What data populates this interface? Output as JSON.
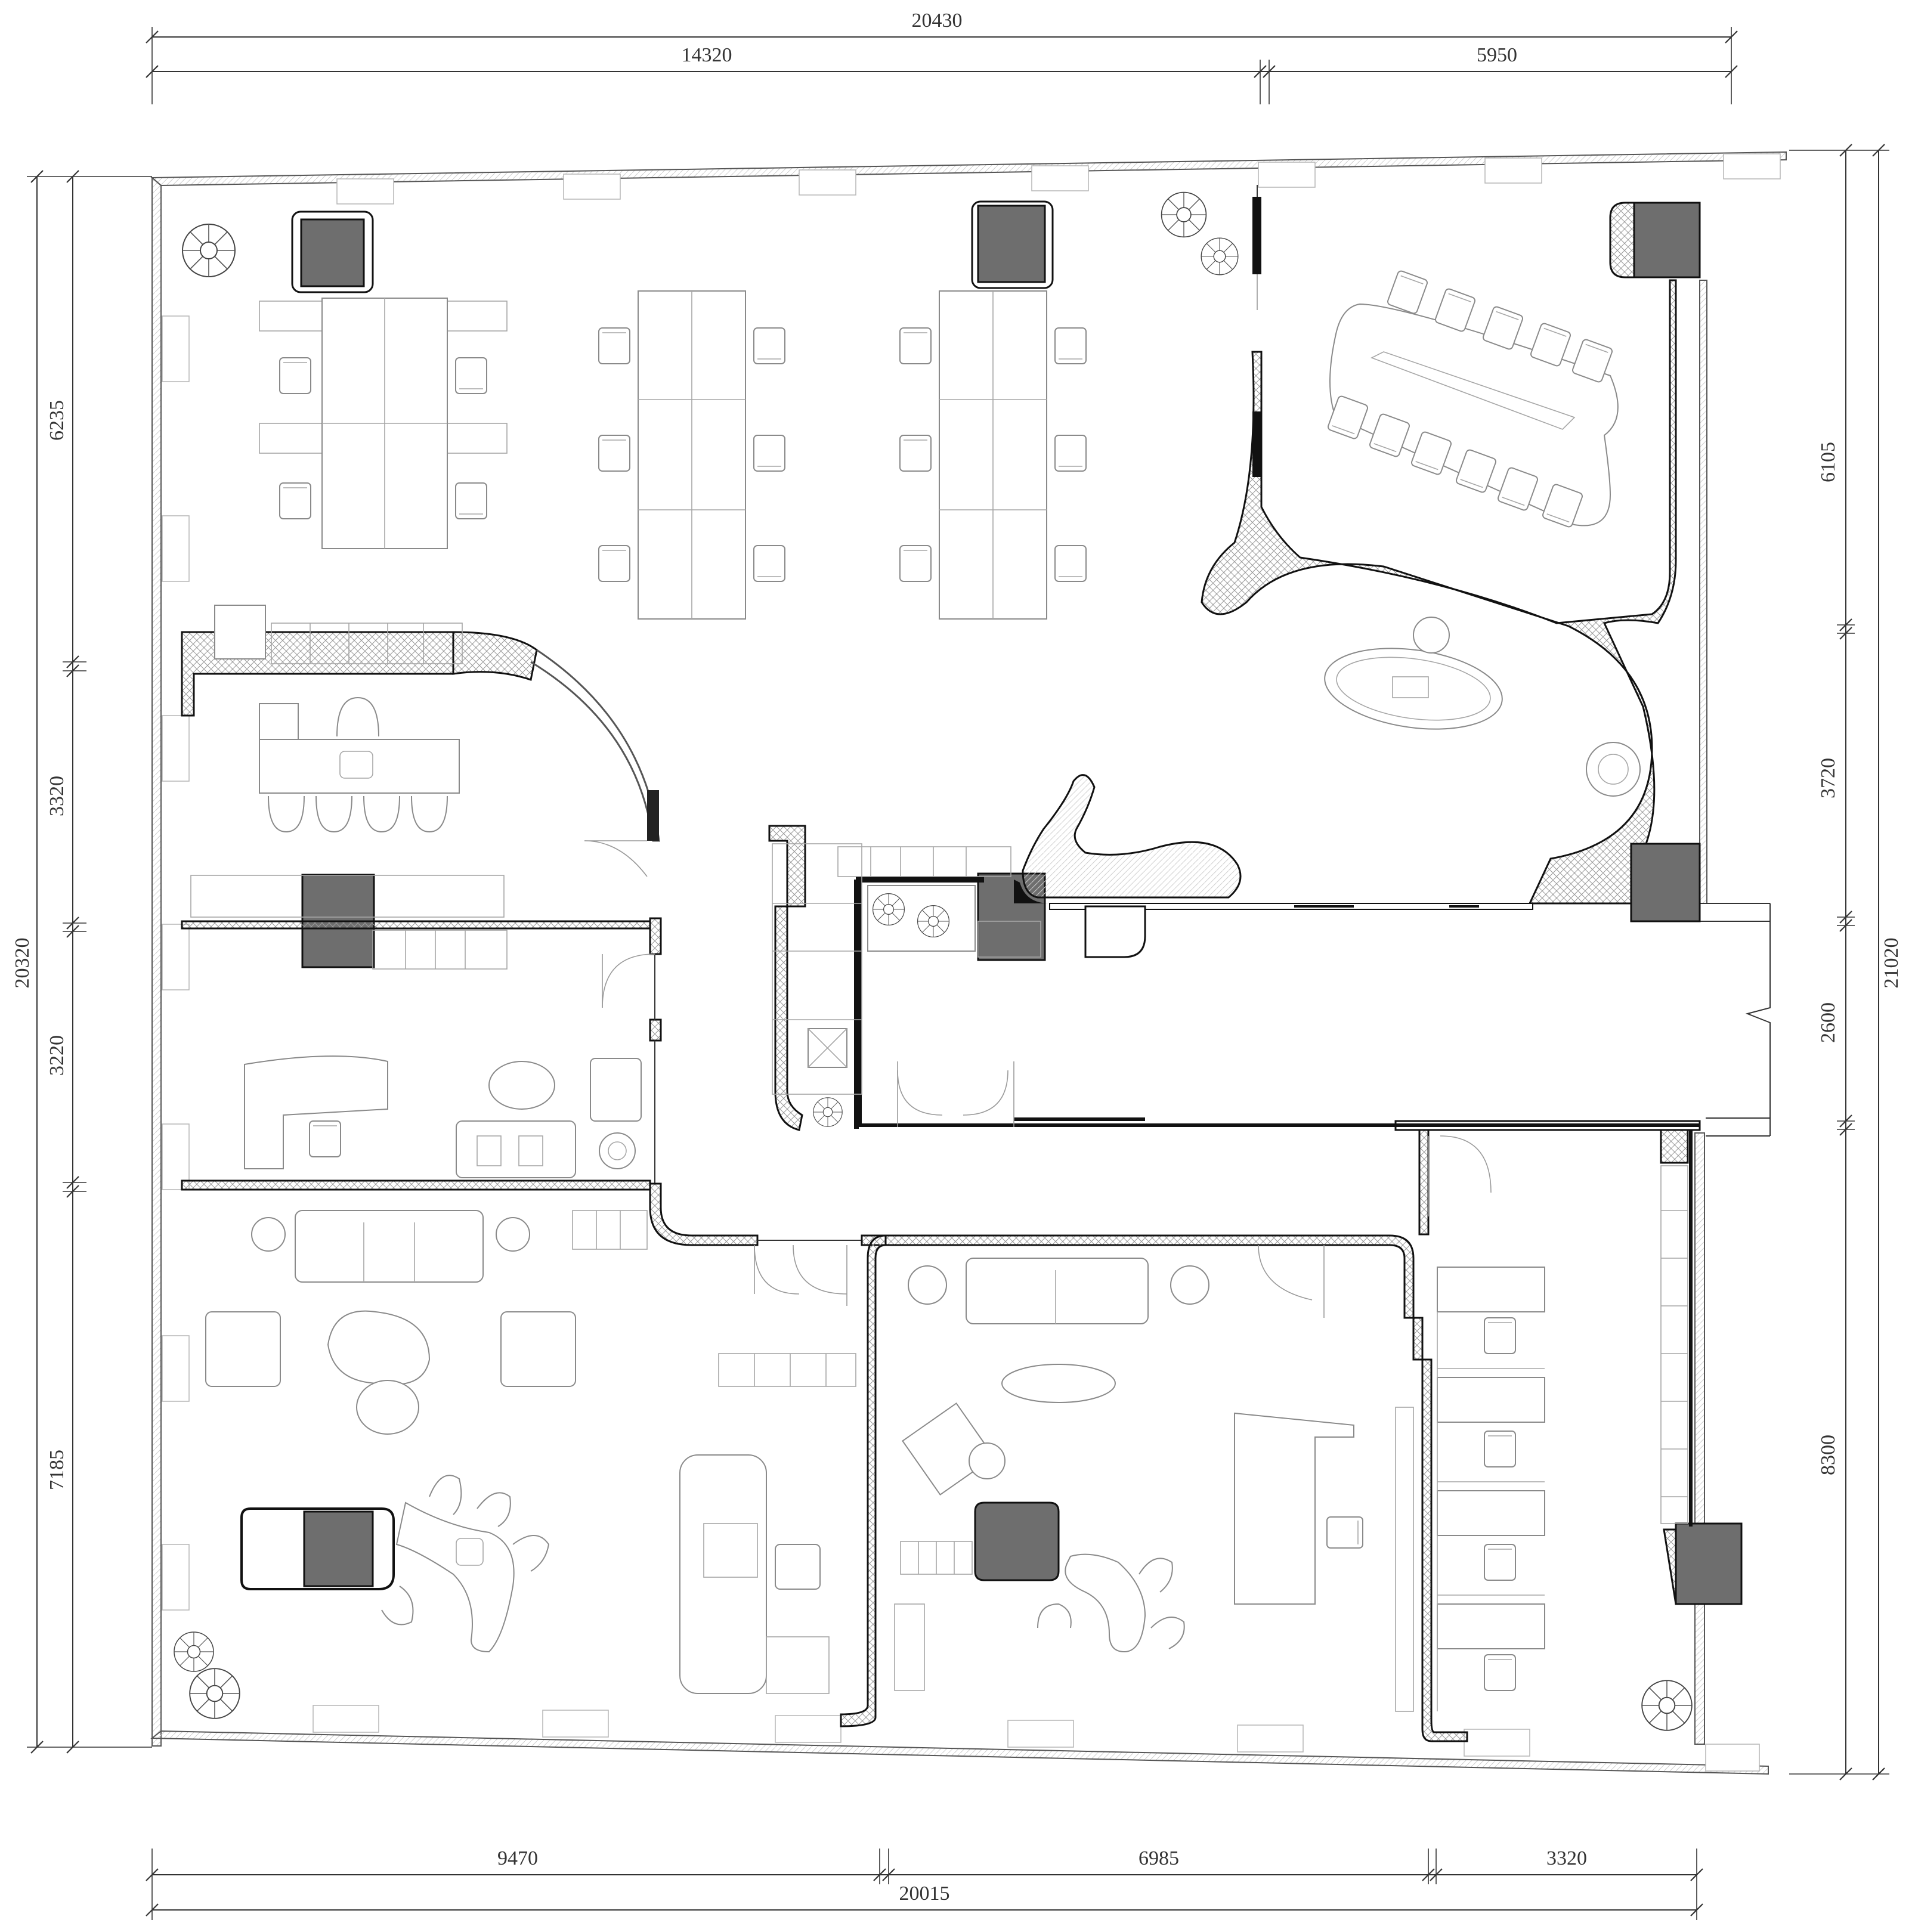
{
  "dimensions": {
    "top_overall": "20430",
    "top_left": "14320",
    "top_right": "5950",
    "bottom_overall": "20015",
    "bottom_1": "9470",
    "bottom_2": "6985",
    "bottom_3": "3320",
    "left_overall": "20320",
    "left_1": "6235",
    "left_2": "3320",
    "left_3": "3220",
    "left_4": "7185",
    "right_overall": "21020",
    "right_1": "6105",
    "right_2": "3720",
    "right_3": "2600",
    "right_4": "8300"
  },
  "colors": {
    "column_fill": "#6e6e6e",
    "line": "#333333",
    "furniture": "#8a8a8a"
  }
}
